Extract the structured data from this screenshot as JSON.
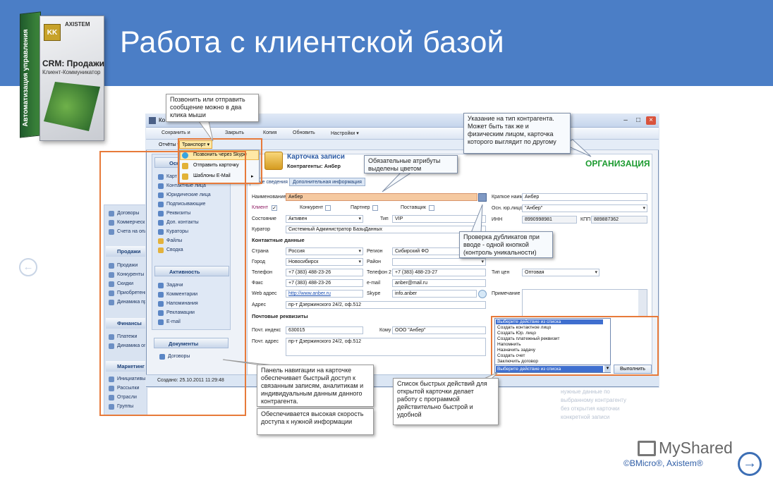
{
  "slide": {
    "title": "Работа с клиентской базой",
    "credit": "©BMicro®, Axistem®",
    "watermark": "MyShared"
  },
  "product_box": {
    "logo": "KK",
    "brand": "AXISTEM",
    "title": "CRM: Продажи",
    "subtitle": "Клиент-Коммуникатор",
    "side_text": "Автоматизация управления"
  },
  "app": {
    "title": "Ко",
    "toolbar": [
      "Сохранить и",
      "Закрыть",
      "Копия",
      "Обновить",
      "Настройки ▾"
    ],
    "menu": {
      "reports": "Отчёты ▾",
      "transport": "Транспорт ▾"
    },
    "transport_menu": [
      "Позвонить через Skype",
      "Отправить карточку",
      "Шаблоны E-Mail"
    ],
    "statusbar": "Создано: 25.10.2011 11:29:48"
  },
  "leftnav": {
    "section1": "Осн",
    "items1": [
      "Карт",
      "Контактные лица",
      "Юридические лица",
      "Подписывающие",
      "Реквизиты",
      "Доп. контакты",
      "Кураторы",
      "Файлы",
      "Сводка"
    ],
    "section2": "Активность",
    "items2": [
      "Задачи",
      "Комментарии",
      "Напоминания",
      "Рекламации",
      "E-mail"
    ],
    "section3": "Документы",
    "items3": [
      "Договоры"
    ]
  },
  "bgpanel": {
    "items0": [
      "Договоры",
      "Коммерческ",
      "Счета на опл"
    ],
    "sales": "Продажи",
    "sales_items": [
      "Продажи",
      "Конкуренты",
      "Скидки",
      "Приобретени",
      "Динамика про"
    ],
    "finance": "Финансы",
    "finance_items": [
      "Платежи",
      "Динамика опла"
    ],
    "marketing": "Маркетинг",
    "marketing_items": [
      "Инициативы",
      "Рассылки",
      "Отрасли",
      "Группы"
    ]
  },
  "card": {
    "title": "Карточка записи",
    "subtitle": "Контрагенты: Анбер",
    "org_type": "ОРГАНИЗАЦИЯ",
    "tabs": [
      "вные сведения",
      "Дополнительная информация"
    ]
  },
  "form": {
    "name_label": "Наименование",
    "name_value": "Анбер",
    "client": "Клиент",
    "competitor": "Конкурент",
    "partner": "Партнер",
    "supplier": "Поставщик",
    "state_label": "Состояние",
    "state_value": "Активен",
    "type_label": "Тип",
    "type_value": "VIP",
    "curator_label": "Куратор",
    "curator_value": "Системный Администратор БазыДанных",
    "contacts_header": "Контактные данные",
    "country_label": "Страна",
    "country_value": "Россия",
    "region_label": "Регион",
    "region_value": "Сибирский ФО",
    "city_label": "Город",
    "city_value": "Новосибирск",
    "district_label": "Район",
    "phone_label": "Телефон",
    "phone_value": "+7 (383) 488-23-26",
    "phone2_label": "Телефон 2",
    "phone2_value": "+7 (383) 488-23-27",
    "fax_label": "Факс",
    "fax_value": "+7 (383) 488-23-26",
    "email_label": "e-mail",
    "email_value": "anber@mail.ru",
    "web_label": "Web адрес",
    "web_value": "http://www.anber.ru",
    "skype_label": "Skype",
    "skype_value": "info.anber",
    "address_label": "Адрес",
    "address_value": "пр-т Дзержинского 24/2, оф.512",
    "postal_header": "Почтовые реквизиты",
    "zip_label": "Почт. индекс",
    "zip_value": "630015",
    "to_label": "Кому",
    "to_value": "ООО \"Анбер\"",
    "post_addr_label": "Почт. адрес",
    "post_addr_value": "пр-т Дзержинского 24/2, оф.512",
    "short_name_label": "Краткое наим.",
    "short_name_value": "Анбер",
    "main_legal_label": "Осн. юр.лицо",
    "main_legal_value": "\"Анбер\"",
    "inn_label": "ИНН",
    "inn_value": "8990998981",
    "kpp_label": "КПП",
    "kpp_value": "889887362",
    "price_type_label": "Тип цен",
    "price_type_value": "Оптовая",
    "notes_label": "Примечание"
  },
  "quick_actions": {
    "options": [
      "Выберите действие из списка",
      "Создать контактное лицо",
      "Создать Юр. лицо",
      "Создать платежный реквизит",
      "Напомнить",
      "Назначить задачу",
      "Создать счет",
      "Заключить договор"
    ],
    "selected": "Выберите действие из списка",
    "execute": "Выполнить"
  },
  "callouts": {
    "call": "Позвонить или отправить сообщение можно в два клика мыши",
    "type": "Указание на тип контрагента. Может быть так же и физическим лицом, карточка которого выглядит по другому",
    "required": "Обязательные атрибуты выделены цветом",
    "duplicates": "Проверка дубликатов при вводе - одной кнопкой (контроль уникальности)",
    "navpanel": "Панель навигации на карточке обеспечивает быстрый доступ к связанным записям, аналитикам и индивидуальным данным данного контрагента.",
    "speed": "Обеспечивается высокая скорость доступа к нужной информации",
    "quicklist": "Список быстрых действий для открытой карточки делает работу с программой действительно быстрой и удобной"
  },
  "faint_text": [
    "нужные данные по",
    "выбранному контрагенту",
    "без открытия карточки",
    "конкретной записи"
  ]
}
